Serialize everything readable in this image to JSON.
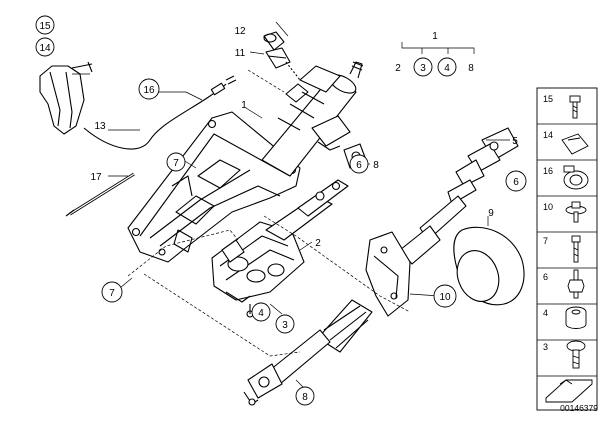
{
  "diagram": {
    "id_label": "00146379",
    "callouts": [
      {
        "key": "c15",
        "label": "15",
        "circled": true
      },
      {
        "key": "c14",
        "label": "14",
        "circled": true
      },
      {
        "key": "c12",
        "label": "12",
        "circled": false
      },
      {
        "key": "c11",
        "label": "11",
        "circled": false
      },
      {
        "key": "c1a",
        "label": "1",
        "circled": false
      },
      {
        "key": "c1b",
        "label": "1",
        "circled": false
      },
      {
        "key": "c16",
        "label": "16",
        "circled": true
      },
      {
        "key": "c13",
        "label": "13",
        "circled": false
      },
      {
        "key": "c17",
        "label": "17",
        "circled": false
      },
      {
        "key": "c7a",
        "label": "7",
        "circled": true
      },
      {
        "key": "c7b",
        "label": "7",
        "circled": true
      },
      {
        "key": "c2a",
        "label": "2",
        "circled": false
      },
      {
        "key": "c2b",
        "label": "2",
        "circled": false
      },
      {
        "key": "c3a",
        "label": "3",
        "circled": true
      },
      {
        "key": "c4a",
        "label": "4",
        "circled": true
      },
      {
        "key": "c3b",
        "label": "3",
        "circled": true
      },
      {
        "key": "c4b",
        "label": "4",
        "circled": true
      },
      {
        "key": "c8a",
        "label": "8",
        "circled": false
      },
      {
        "key": "c8b",
        "label": "8",
        "circled": false
      },
      {
        "key": "c5",
        "label": "5",
        "circled": false
      },
      {
        "key": "c6",
        "label": "6",
        "circled": true
      },
      {
        "key": "c9",
        "label": "9",
        "circled": false
      },
      {
        "key": "c10",
        "label": "10",
        "circled": true
      },
      {
        "key": "c6b",
        "label": "6",
        "circled": true
      },
      {
        "key": "c8c",
        "label": "8",
        "circled": true
      }
    ],
    "side_panel": [
      {
        "label": "15",
        "part": "bolt-icon"
      },
      {
        "label": "14",
        "part": "clip-icon"
      },
      {
        "label": "16",
        "part": "clamp-icon"
      },
      {
        "label": "10",
        "part": "washer-screw-icon"
      },
      {
        "label": "7",
        "part": "bolt-icon"
      },
      {
        "label": "6",
        "part": "hex-nut-bolt-icon"
      },
      {
        "label": "4",
        "part": "grommet-icon"
      },
      {
        "label": "3",
        "part": "screw-icon"
      },
      {
        "label": "",
        "part": "gasket-sheet-icon"
      }
    ]
  }
}
